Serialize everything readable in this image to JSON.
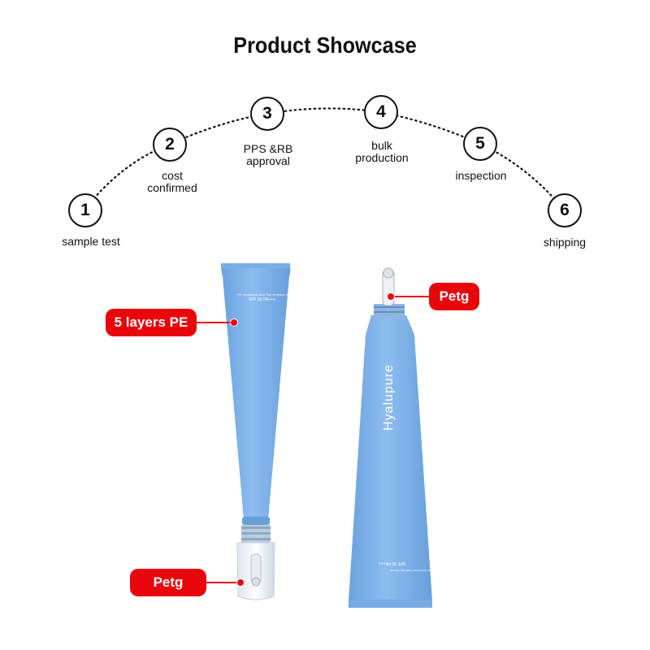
{
  "title": "Product Showcase",
  "steps": [
    {
      "number": "1",
      "label": "sample test"
    },
    {
      "number": "2",
      "label": "cost\nconfirmed"
    },
    {
      "number": "3",
      "label": "PPS &RB\napproval"
    },
    {
      "number": "4",
      "label": "bulk\nproduction"
    },
    {
      "number": "5",
      "label": "inspection"
    },
    {
      "number": "6",
      "label": "shipping"
    }
  ],
  "callouts": {
    "left_body": "5 layers PE",
    "left_tip": "Petg",
    "right_tip": "Petg"
  },
  "product": {
    "brand": "Hyalupure",
    "small_print": "HY Hyaluronic Acid Sun Defense Serum",
    "spf": "SPF 50 PA+++",
    "tube_color": "#7fb3ea",
    "accent_color": "#e8060c"
  }
}
